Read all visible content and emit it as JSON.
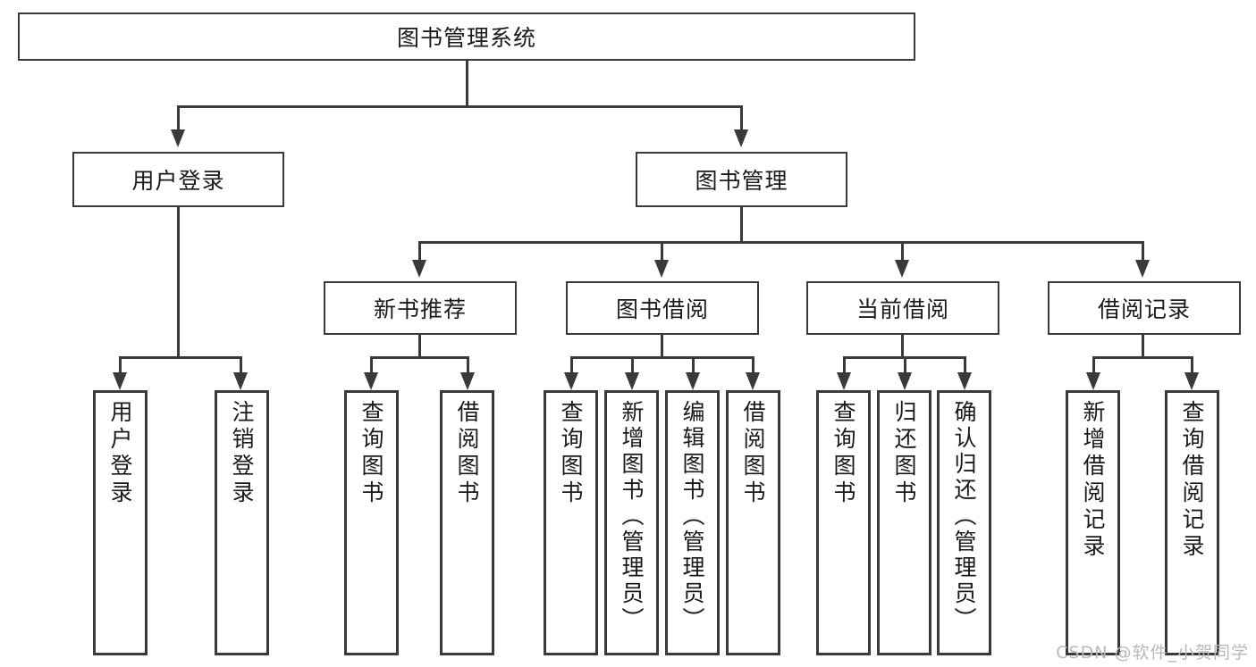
{
  "diagram": {
    "type": "tree",
    "title": "图书管理系统",
    "watermark": "CSDN @软件_小贺同学",
    "root": {
      "label": "图书管理系统",
      "level": 0
    },
    "level2": [
      {
        "label": "用户登录"
      },
      {
        "label": "图书管理"
      }
    ],
    "level3": [
      {
        "label": "新书推荐"
      },
      {
        "label": "图书借阅"
      },
      {
        "label": "当前借阅"
      },
      {
        "label": "借阅记录"
      }
    ],
    "leaves": {
      "user_login": [
        {
          "label": "用户登录"
        },
        {
          "label": "注销登录"
        }
      ],
      "new_book": [
        {
          "label": "查询图书"
        },
        {
          "label": "借阅图书"
        }
      ],
      "borrow_book": [
        {
          "label": "查询图书"
        },
        {
          "label": "新增图书（管理员）"
        },
        {
          "label": "编辑图书（管理员）"
        },
        {
          "label": "借阅图书"
        }
      ],
      "current_borrow": [
        {
          "label": "查询图书"
        },
        {
          "label": "归还图书"
        },
        {
          "label": "确认归还（管理员）"
        }
      ],
      "borrow_record": [
        {
          "label": "新增借阅记录"
        },
        {
          "label": "查询借阅记录"
        }
      ]
    },
    "colors": {
      "stroke": "#3a3a3a",
      "fill": "#ffffff",
      "text": "#1a1a1a",
      "watermark": "#b9b9b9"
    }
  }
}
